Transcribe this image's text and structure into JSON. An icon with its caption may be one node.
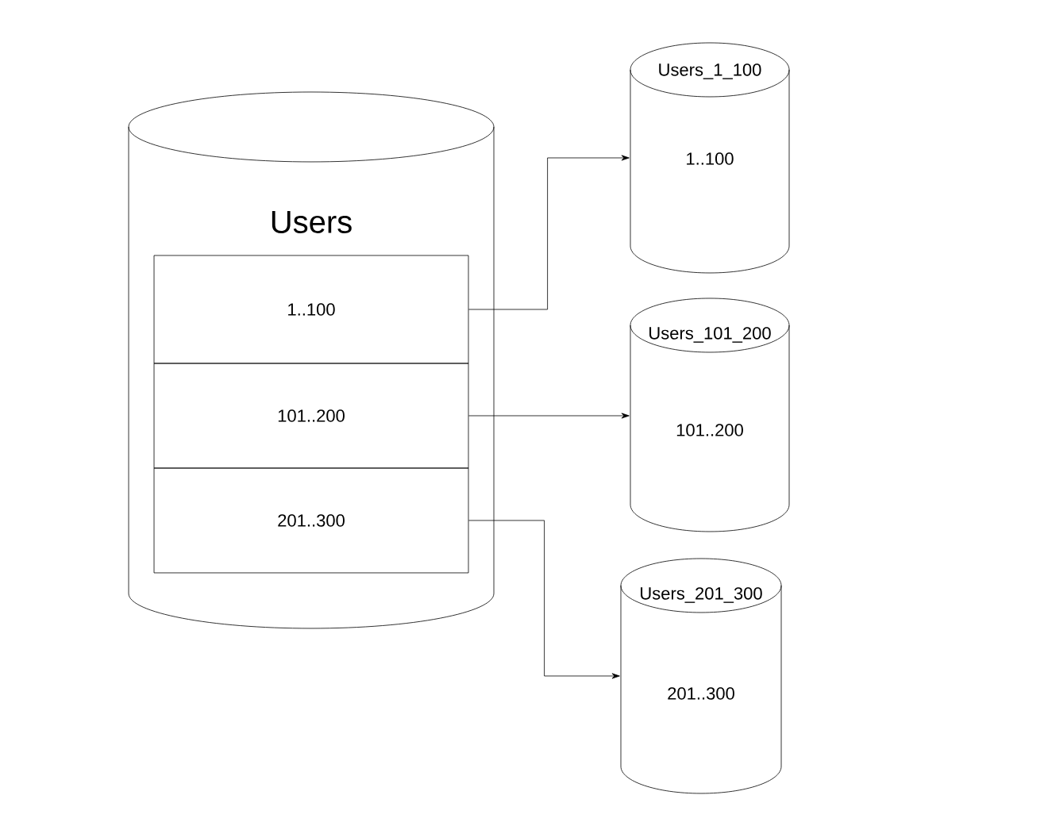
{
  "diagram": {
    "nodes": [
      {
        "text": [
          "Users"
        ]
      },
      {
        "text": [
          "1..100"
        ],
        "in": 0
      },
      {
        "text": [
          "101..200"
        ],
        "in": 0
      },
      {
        "text": [
          "201..300"
        ],
        "in": 0
      },
      {
        "text": [
          "Users_1_100",
          "1..100"
        ]
      },
      {
        "text": [
          "Users_101_200",
          "101..200"
        ]
      },
      {
        "text": [
          "Users_201_300",
          "201..300"
        ]
      }
    ],
    "edges": [
      {
        "from": 1,
        "to": 4,
        "arrow": "to"
      },
      {
        "from": 2,
        "to": 5,
        "arrow": "to"
      },
      {
        "from": 3,
        "to": 6,
        "arrow": "to"
      }
    ]
  }
}
